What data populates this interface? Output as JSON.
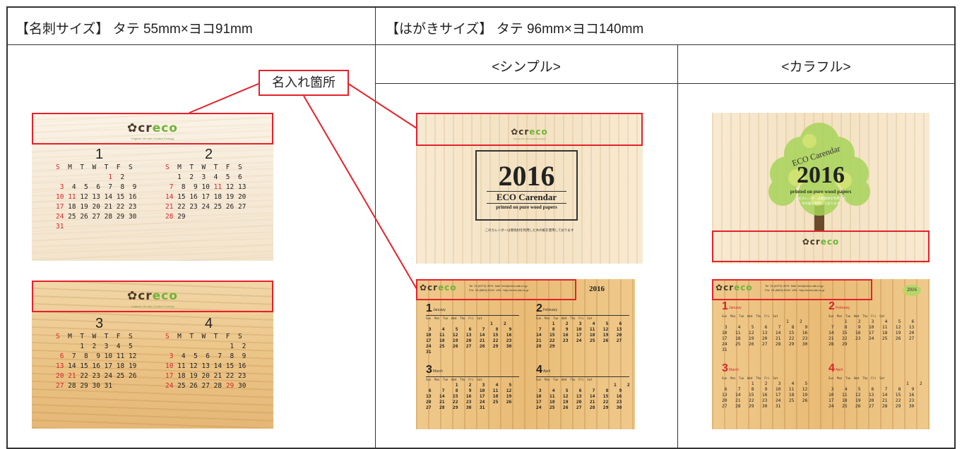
{
  "headers": {
    "card": "【名刺サイズ】 タテ 55mm×ヨコ91mm",
    "postcard": "【はがきサイズ】 タテ 96mm×ヨコ140mm"
  },
  "subheaders": {
    "simple": "<シンプル>",
    "colorful": "<カラフル>"
  },
  "callout": "名入れ箇所",
  "logo": {
    "mark": "✿",
    "cr": "cr",
    "eco": "eco",
    "tagline": "Original Life with Creative Ecology"
  },
  "card1": {
    "months": [
      {
        "num": "1",
        "rows": [
          "S  M  T  W  T  F  S",
          "             1  2",
          " 3  4  5  6  7  8  9",
          "10 11 12 13 14 15 16",
          "17 18 19 20 21 22 23",
          "24 25 26 27 28 29 30",
          "31"
        ]
      },
      {
        "num": "2",
        "rows": [
          "S  M  T  W  T  F  S",
          "   1  2  3  4  5  6",
          " 7  8  9 10 11 12 13",
          "14 15 16 17 18 19 20",
          "21 22 23 24 25 26 27",
          "28 29"
        ]
      }
    ]
  },
  "card2": {
    "months": [
      {
        "num": "3",
        "rows": [
          "S  M  T  W  T  F  S",
          "      1  2  3  4  5",
          " 6  7  8  9 10 11 12",
          "13 14 15 16 17 18 19",
          "20 21 22 23 24 25 26",
          "27 28 29 30 31"
        ]
      },
      {
        "num": "4",
        "rows": [
          "S  M  T  W  T  F  S",
          "                1  2",
          " 3  4  5  6  7  8  9",
          "10 11 12 13 14 15 16",
          "17 18 19 20 21 22 23",
          "24 25 26 27 28 29 30"
        ]
      }
    ]
  },
  "simple_cover": {
    "year": "2016",
    "line1": "ECO Carendar",
    "line2": "printed on pure wood papers",
    "note": "このカレンダーは間伐材を利用した木の紙を使用しております"
  },
  "colorful_cover": {
    "arc": "ECO Carendar",
    "year": "2016",
    "line2": "printed on pure wood papers",
    "note1": "このカレンダーは間伐材を利用した",
    "note2": "木の紙を使用しております"
  },
  "contact": {
    "line1": "Tel  03 (6273) 3976  Mail  info@creco-lab.co.jp",
    "line2": "Fax  03 (6893) 5024  URL  http://creco-lab.co.jp"
  },
  "back_year": "2016",
  "back_months": [
    {
      "num": "1",
      "name": "January",
      "head": "Sun  Mon  Tue  Wed  Thu  Fri  Sat",
      "rows": [
        "                        1    2",
        " 3    4    5    6    7    8    9",
        "10   11   12   13   14   15   16",
        "17   18   19   20   21   22   23",
        "24   25   26   27   28   29   30",
        "31"
      ]
    },
    {
      "num": "2",
      "name": "February",
      "head": "Sun  Mon  Tue  Wed  Thu  Fri  Sat",
      "rows": [
        "      1    2    3    4    5    6",
        " 7    8    9   10   11   12   13",
        "14   15   16   17   18   19   20",
        "21   22   23   24   25   26   27",
        "28   29"
      ]
    },
    {
      "num": "3",
      "name": "March",
      "head": "Sun  Mon  Tue  Wed  Thu  Fri  Sat",
      "rows": [
        "           1    2    3    4    5",
        " 6    7    8    9   10   11   12",
        "13   14   15   16   17   18   19",
        "20   21   22   23   24   25   26",
        "27   28   29   30   31"
      ]
    },
    {
      "num": "4",
      "name": "April",
      "head": "Sun  Mon  Tue  Wed  Thu  Fri  Sat",
      "rows": [
        "                             1    2",
        " 3    4    5    6    7    8    9",
        "10   11   12   13   14   15   16",
        "17   18   19   20   21   22   23",
        "24   25   26   27   28   29   30"
      ]
    }
  ],
  "colors": {
    "accent_red": "#e5212b",
    "sunday_red": "#d6262e",
    "eco_green": "#6fb33b"
  }
}
